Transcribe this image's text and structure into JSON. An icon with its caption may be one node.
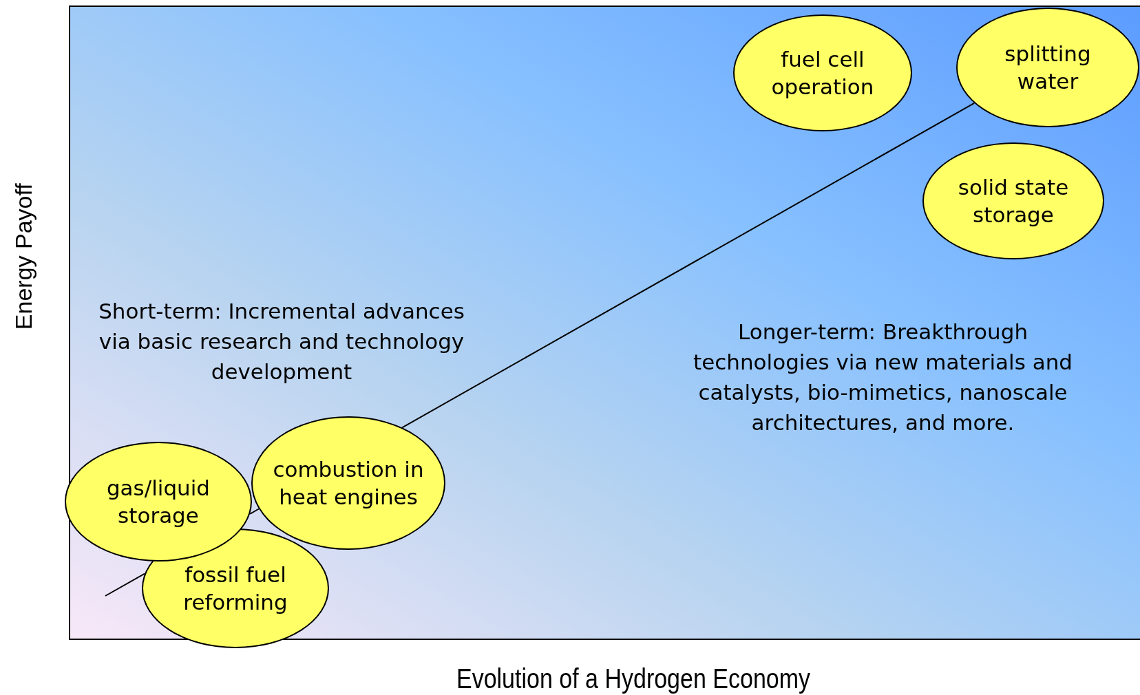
{
  "diagram": {
    "nodes": [
      {
        "text": [
          "fuel cell operation"
        ]
      },
      {
        "text": [
          "splitting water"
        ]
      },
      {
        "text": [
          "solid state storage"
        ]
      },
      {
        "text": [
          "gas/liquid storage"
        ]
      },
      {
        "text": [
          "combustion in heat engines"
        ]
      },
      {
        "text": [
          "fossil fuel reforming"
        ]
      }
    ],
    "edges": [
      {
        "from": null,
        "to": 5,
        "arrow": "none"
      },
      {
        "from": 3,
        "to": 4,
        "arrow": "none"
      },
      {
        "from": 4,
        "to": 1,
        "arrow": "none"
      }
    ],
    "labels": [
      "Energy Payoff",
      "Short-term:  Incremental advances via basic research and technology development",
      "Longer-term:  Breakthrough technologies via new materials and catalysts, bio-mimetics, nanoscale architectures, and more.",
      "Evolution of a Hydrogen Economy"
    ]
  }
}
